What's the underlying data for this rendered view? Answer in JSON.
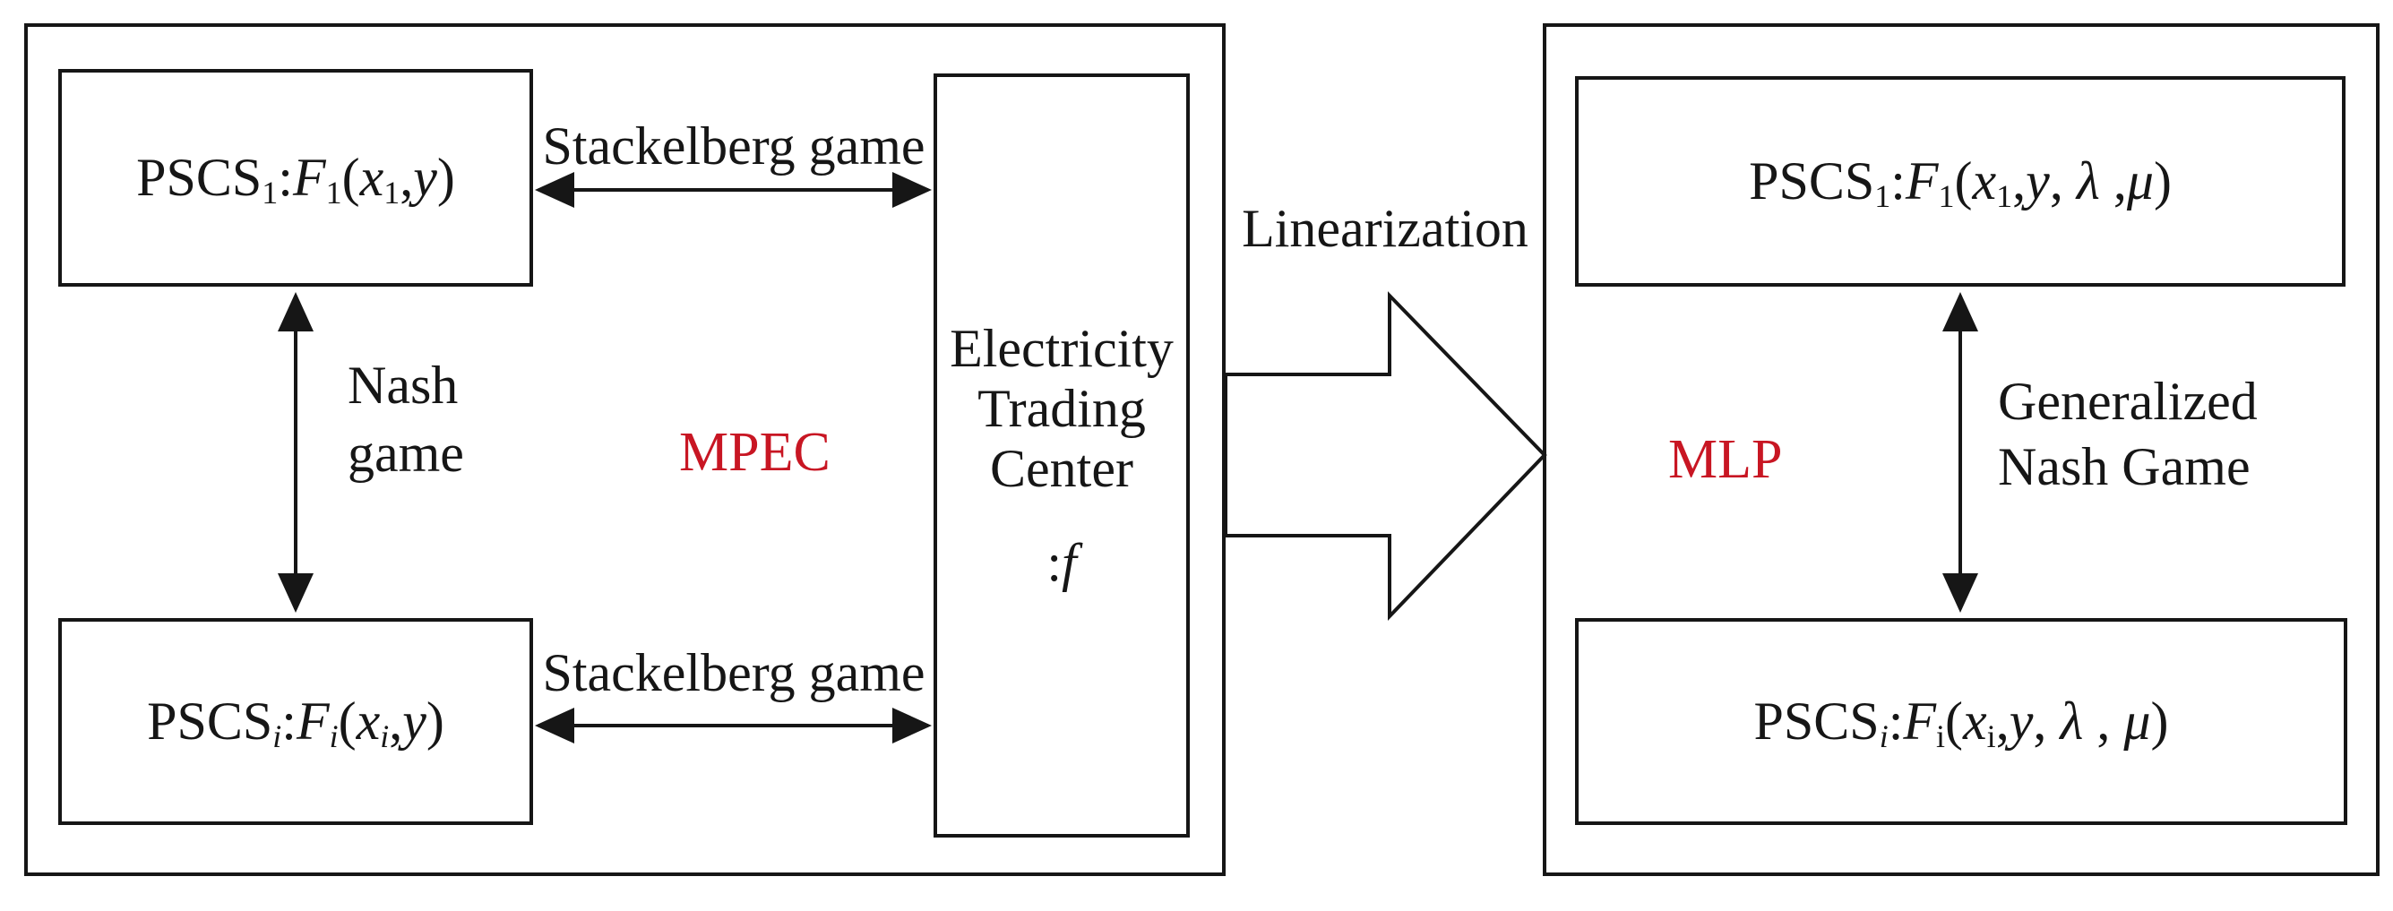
{
  "labels": {
    "stackelberg_top": "Stackelberg game",
    "stackelberg_bottom": "Stackelberg game",
    "nash_line1": "Nash",
    "nash_line2": "game",
    "mpec": "MPEC",
    "linearization": "Linearization",
    "mlp": "MLP",
    "gnash_line1": "Generalized",
    "gnash_line2": "Nash Game"
  },
  "etc_box": {
    "line1": "Electricity",
    "line2": "Trading",
    "line3": "Center"
  },
  "rich": {
    "left_top_box": [
      {
        "t": "PSCS"
      },
      {
        "t": "1",
        "sub": true
      },
      {
        "t": ":"
      },
      {
        "t": "F",
        "i": true
      },
      {
        "t": "1",
        "sub": true
      },
      {
        "t": "("
      },
      {
        "t": "x",
        "i": true
      },
      {
        "t": "1",
        "sub": true
      },
      {
        "t": ","
      },
      {
        "t": "y",
        "i": true
      },
      {
        "t": ")"
      }
    ],
    "left_bottom_box": [
      {
        "t": "PSCS"
      },
      {
        "t": "i",
        "sub": true,
        "i": true
      },
      {
        "t": ":"
      },
      {
        "t": "F",
        "i": true
      },
      {
        "t": "i",
        "sub": true,
        "i": true
      },
      {
        "t": "("
      },
      {
        "t": "x",
        "i": true
      },
      {
        "t": "i",
        "sub": true,
        "i": true
      },
      {
        "t": ","
      },
      {
        "t": "y",
        "i": true
      },
      {
        "t": ")"
      }
    ],
    "etc_f": [
      {
        "t": ":"
      },
      {
        "t": "f",
        "i": true
      }
    ],
    "right_top_box": [
      {
        "t": "PSCS"
      },
      {
        "t": "1",
        "sub": true
      },
      {
        "t": ":"
      },
      {
        "t": "F",
        "i": true
      },
      {
        "t": "1",
        "sub": true
      },
      {
        "t": "("
      },
      {
        "t": "x",
        "i": true
      },
      {
        "t": "1",
        "sub": true
      },
      {
        "t": ","
      },
      {
        "t": "y",
        "i": true
      },
      {
        "t": ", "
      },
      {
        "t": "λ",
        "i": true
      },
      {
        "t": " ,"
      },
      {
        "t": "μ",
        "i": true
      },
      {
        "t": ")"
      }
    ],
    "right_bottom_box": [
      {
        "t": "PSCS"
      },
      {
        "t": "i",
        "sub": true,
        "i": true
      },
      {
        "t": ":"
      },
      {
        "t": "F",
        "i": true
      },
      {
        "t": "i",
        "sub": true
      },
      {
        "t": "("
      },
      {
        "t": "x",
        "i": true
      },
      {
        "t": "i",
        "sub": true
      },
      {
        "t": ","
      },
      {
        "t": "y",
        "i": true
      },
      {
        "t": ", "
      },
      {
        "t": "λ",
        "i": true
      },
      {
        "t": " , "
      },
      {
        "t": "μ",
        "i": true
      },
      {
        "t": ")"
      }
    ]
  },
  "colors": {
    "accent_red": "#C81623",
    "line_black": "#161616"
  }
}
